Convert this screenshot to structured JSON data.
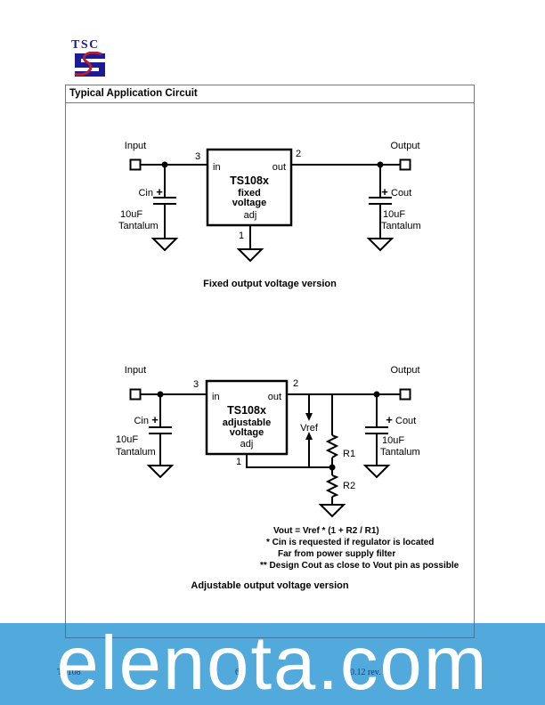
{
  "page": {
    "logo_text": "TSC",
    "section_title": "Typical Application Circuit"
  },
  "fixed_circuit": {
    "input_label": "Input",
    "output_label": "Output",
    "pin_in": "3",
    "pin_out": "2",
    "pin_adj": "1",
    "chip_pin_in": "in",
    "chip_pin_out": "out",
    "chip_pin_adj": "adj",
    "chip_name": "TS108x",
    "chip_line2": "fixed",
    "chip_line3": "voltage",
    "cin_name": "Cin",
    "cin_plus": "+",
    "cin_value": "10uF",
    "cin_material": "Tantalum",
    "cout_plus": "+",
    "cout_name": "Cout",
    "cout_value": "10uF",
    "cout_material": "Tantalum",
    "caption": "Fixed output voltage version"
  },
  "adjustable_circuit": {
    "input_label": "Input",
    "output_label": "Output",
    "pin_in": "3",
    "pin_out": "2",
    "pin_adj": "1",
    "chip_pin_in": "in",
    "chip_pin_out": "out",
    "chip_pin_adj": "adj",
    "chip_name": "TS108x",
    "chip_line2": "adjustable",
    "chip_line3": "voltage",
    "vref_label": "Vref",
    "r1_label": "R1",
    "r2_label": "R2",
    "cin_name": "Cin",
    "cin_plus": "+",
    "cin_value": "10uF",
    "cin_material": "Tantalum",
    "cout_plus": "+",
    "cout_name": "Cout",
    "cout_value": "10uF",
    "cout_material": "Tantalum",
    "caption": "Adjustable output voltage version"
  },
  "notes": {
    "formula": "Vout = Vref * (1 + R2 / R1)",
    "note1": "* Cin is requested if regulator is located",
    "note2": "Far from power supply filter",
    "note3": "** Design Cout as close to Vout pin as possible"
  },
  "footer": {
    "left": "TS108",
    "page_number": "6",
    "right": "00.12 rev. A"
  },
  "watermark": {
    "text": "elenota.com",
    "bg_color": "#52aadc",
    "text_color": "#ffffff"
  },
  "colors": {
    "logo_blue": "#1c1c96",
    "logo_red": "#b22233",
    "frame_border": "#777777",
    "ink": "#000000"
  }
}
